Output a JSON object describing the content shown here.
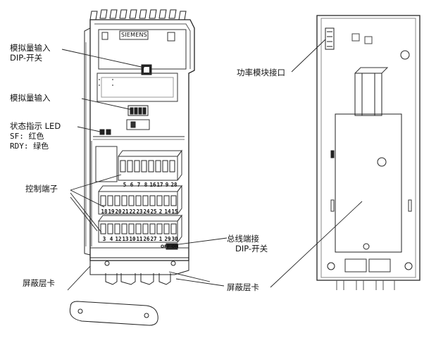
{
  "brand": "SIEMENS",
  "labels": {
    "analog_dip": [
      "模拟量输入",
      "DIP-开关"
    ],
    "analog_input": "模拟量输入",
    "status_led": [
      "状态指示 LED",
      "SF: 红色",
      "RDY: 绿色"
    ],
    "control_terminals": "控制端子",
    "shield_left": "屏蔽层卡",
    "shield_right": "屏蔽层卡",
    "bus_dip": [
      "总线端接",
      "DIP-开关"
    ],
    "power_interface": "功率模块接口"
  },
  "terminals": {
    "row1": [
      "5",
      "6",
      "7",
      "8",
      "16",
      "17",
      "9",
      "28"
    ],
    "row2": [
      "18",
      "19",
      "20",
      "21",
      "22",
      "23",
      "24",
      "25",
      "2",
      "14",
      "15"
    ],
    "row3": [
      "3",
      "4",
      "12",
      "13",
      "10",
      "11",
      "26",
      "27",
      "1",
      "29",
      "30"
    ]
  },
  "switch_text": "OFF  ON"
}
